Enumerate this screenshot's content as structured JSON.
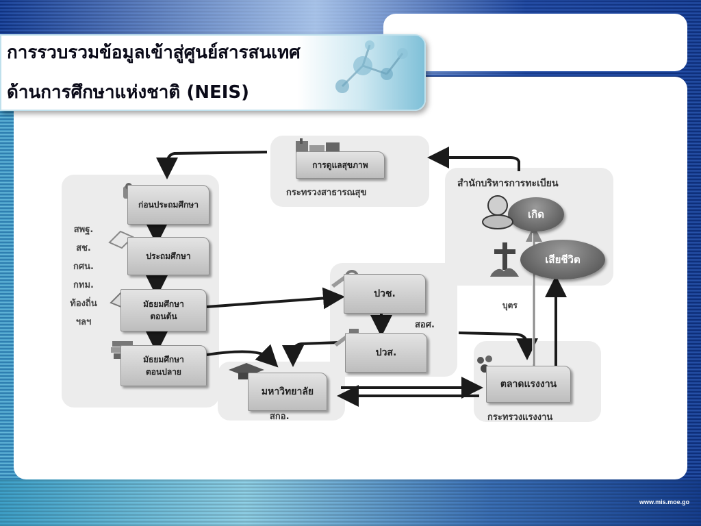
{
  "slide": {
    "title_line1": "การรวบรวมข้อมูลเข้าสู่ศูนย์สารสนเทศ",
    "title_line2": "ด้านการศึกษาแห่งชาติ (NEIS)",
    "footer_url": "www.mis.moe.go"
  },
  "diagram": {
    "health": {
      "node": "การดูแลสุขภาพ",
      "ministry": "กระทรวงสาธารณสุข"
    },
    "registry": {
      "title": "สำนักบริหารการทะเบียน",
      "birth": "เกิด",
      "death": "เสียชีวิต",
      "children": "บุตร"
    },
    "basic_ed": {
      "agencies": [
        "สพฐ.",
        "สช.",
        "กศน.",
        "กทม.",
        "ท้องถิ่น",
        "ฯลฯ"
      ],
      "preschool": "ก่อนประถมศึกษา",
      "primary": "ประถมศึกษา",
      "lower_secondary_1": "มัธยมศึกษา",
      "lower_secondary_2": "ตอนต้น",
      "upper_secondary_1": "มัธยมศึกษา",
      "upper_secondary_2": "ตอนปลาย"
    },
    "vocational": {
      "pvc": "ปวช.",
      "pvs": "ปวส.",
      "agency": "สอศ."
    },
    "university": {
      "node": "มหาวิทยาลัย",
      "agency": "สกอ."
    },
    "labor": {
      "node": "ตลาดแรงงาน",
      "ministry": "กระทรวงแรงงาน"
    }
  }
}
